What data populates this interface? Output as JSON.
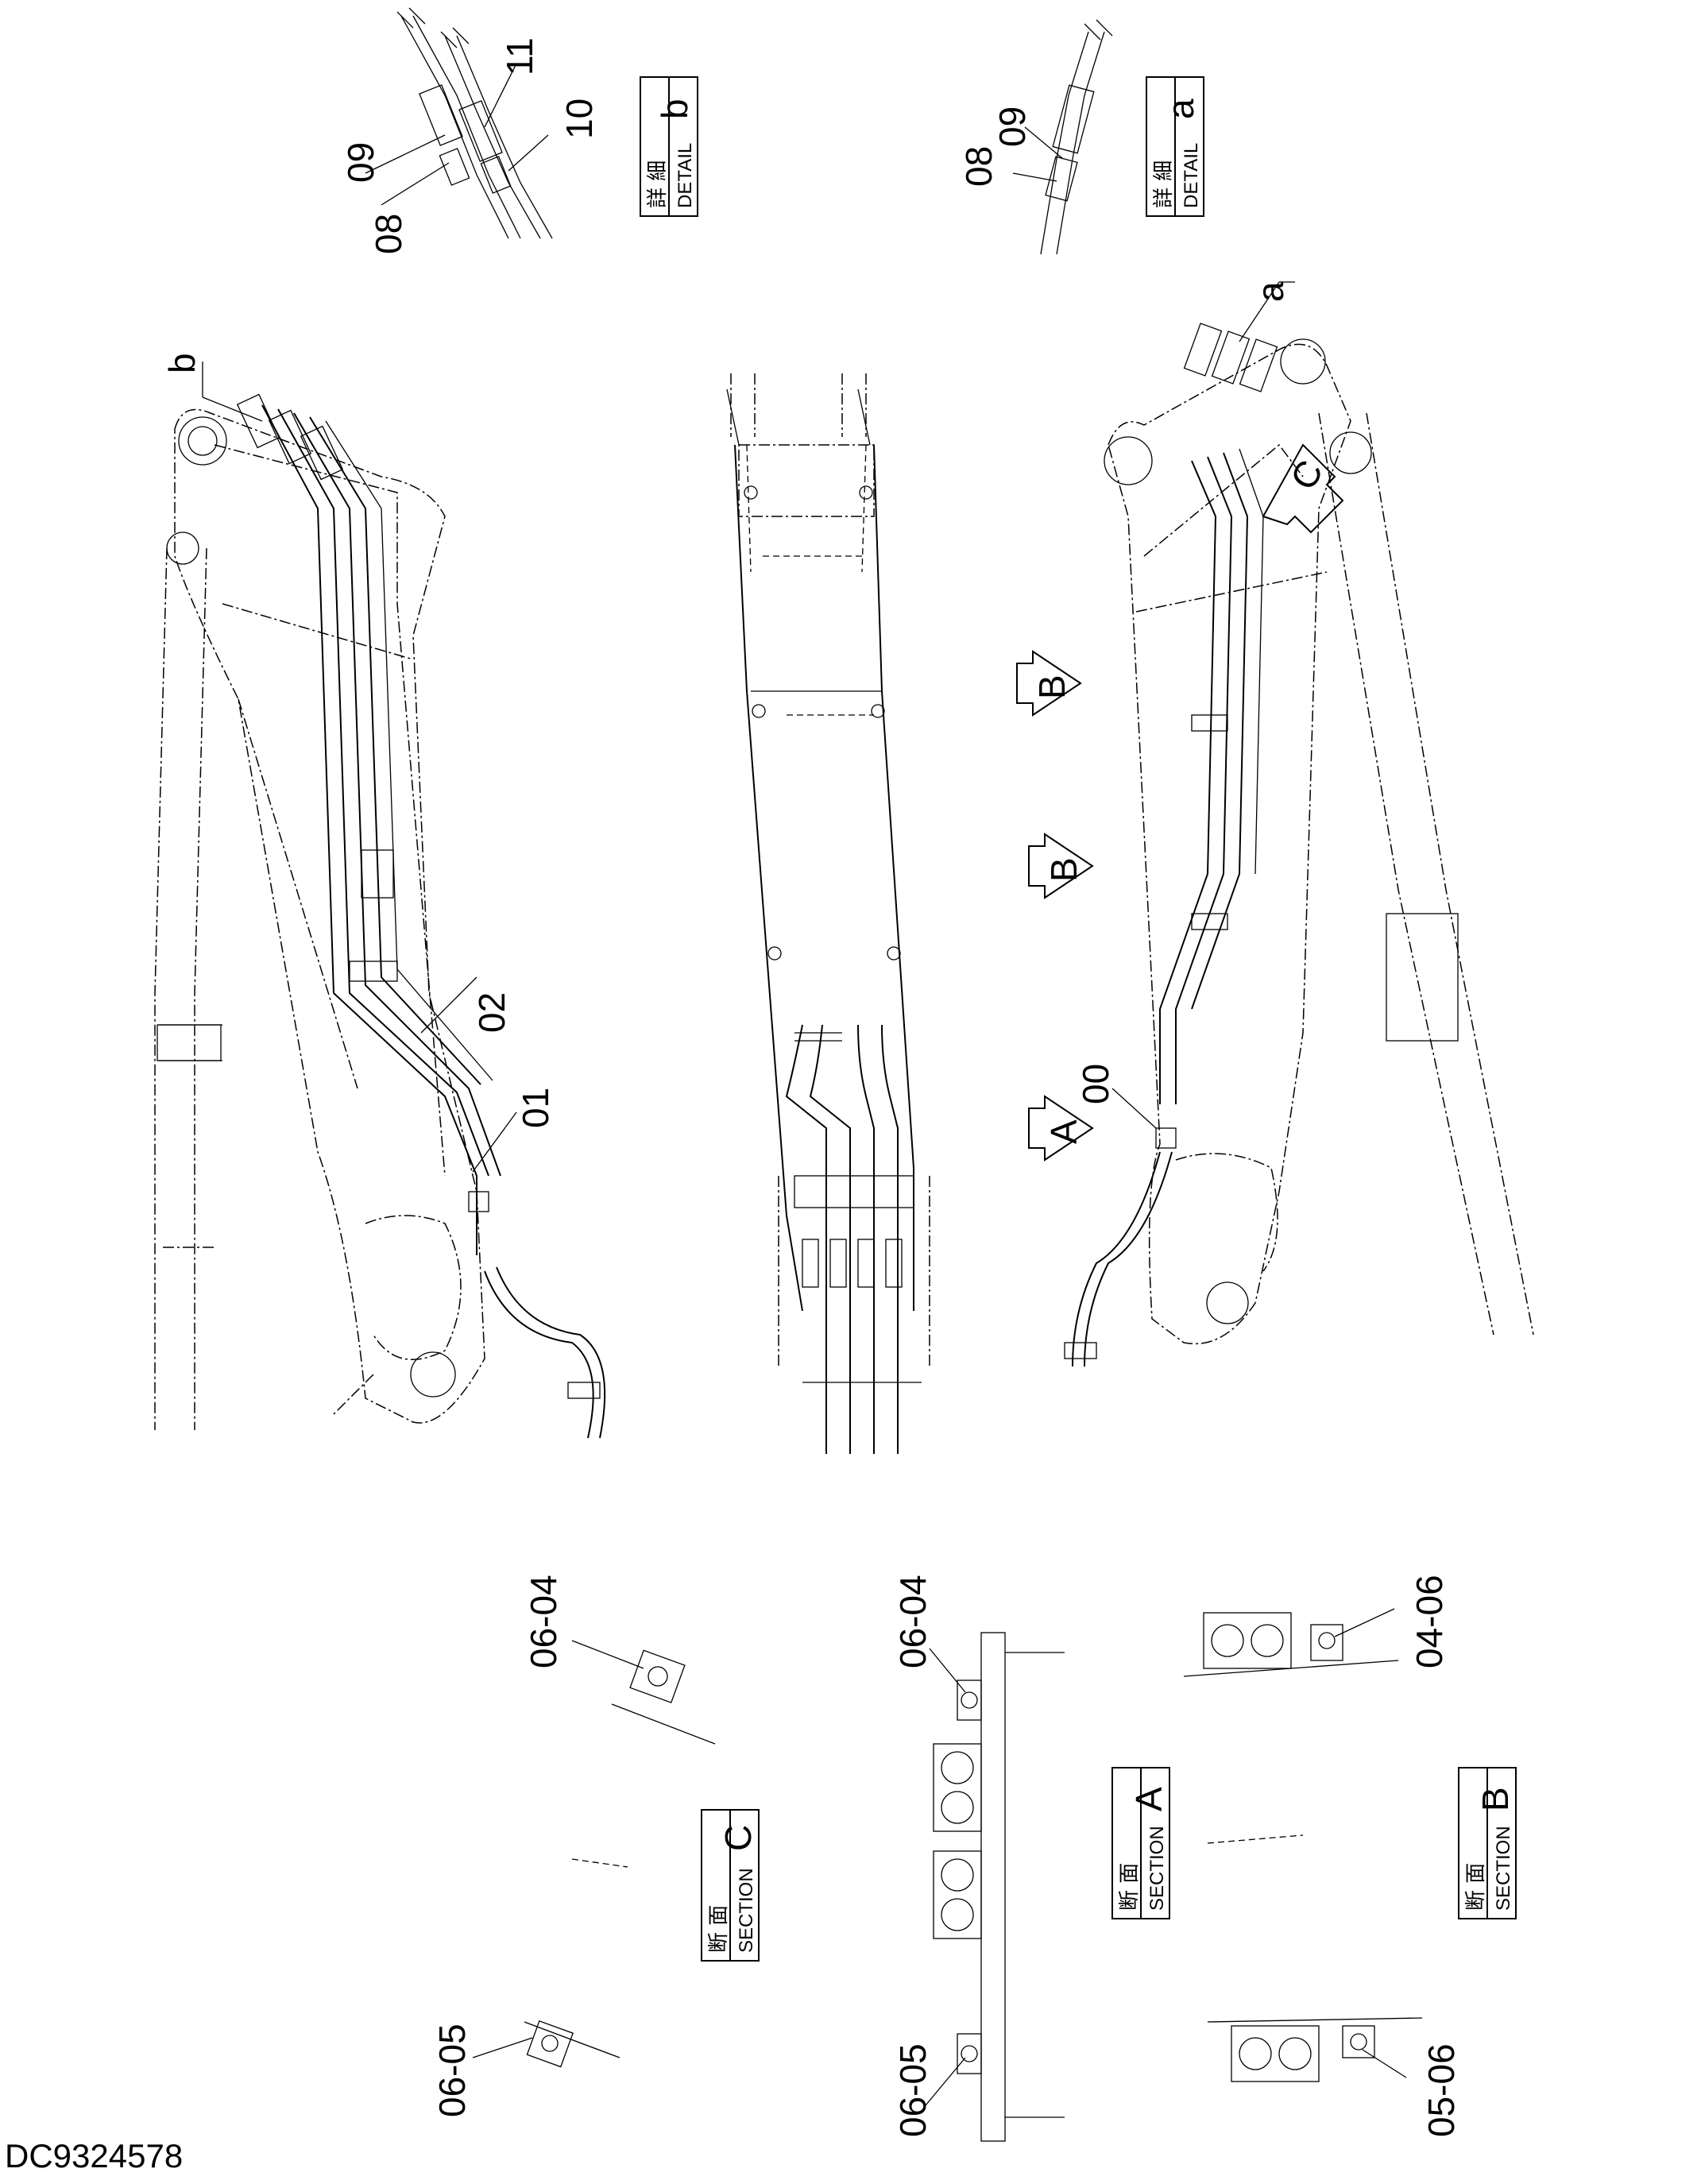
{
  "document": {
    "drawing_number": "DC9324578"
  },
  "detail_b": {
    "kanji": "詳 細",
    "caption": "DETAIL",
    "letter": "b",
    "callouts": [
      "09",
      "08",
      "11",
      "10"
    ]
  },
  "detail_a": {
    "kanji": "詳 細",
    "caption": "DETAIL",
    "letter": "a",
    "callouts": [
      "09",
      "08"
    ]
  },
  "main_view_left": {
    "callouts": [
      "b",
      "02",
      "01"
    ]
  },
  "main_view_right": {
    "callouts": [
      "a",
      "00"
    ],
    "section_arrows": [
      "C",
      "A"
    ]
  },
  "middle_view": {
    "section_arrows": [
      "B",
      "B"
    ]
  },
  "section_c": {
    "kanji": "断 面",
    "caption": "SECTION",
    "letter": "C",
    "callouts": [
      "06-04",
      "06-05"
    ]
  },
  "section_a": {
    "kanji": "断 面",
    "caption": "SECTION",
    "letter": "A",
    "callouts": [
      "06-04",
      "06-05"
    ]
  },
  "section_b": {
    "kanji": "断 面",
    "caption": "SECTION",
    "letter": "B",
    "callouts": [
      "04-06",
      "05-06"
    ]
  }
}
